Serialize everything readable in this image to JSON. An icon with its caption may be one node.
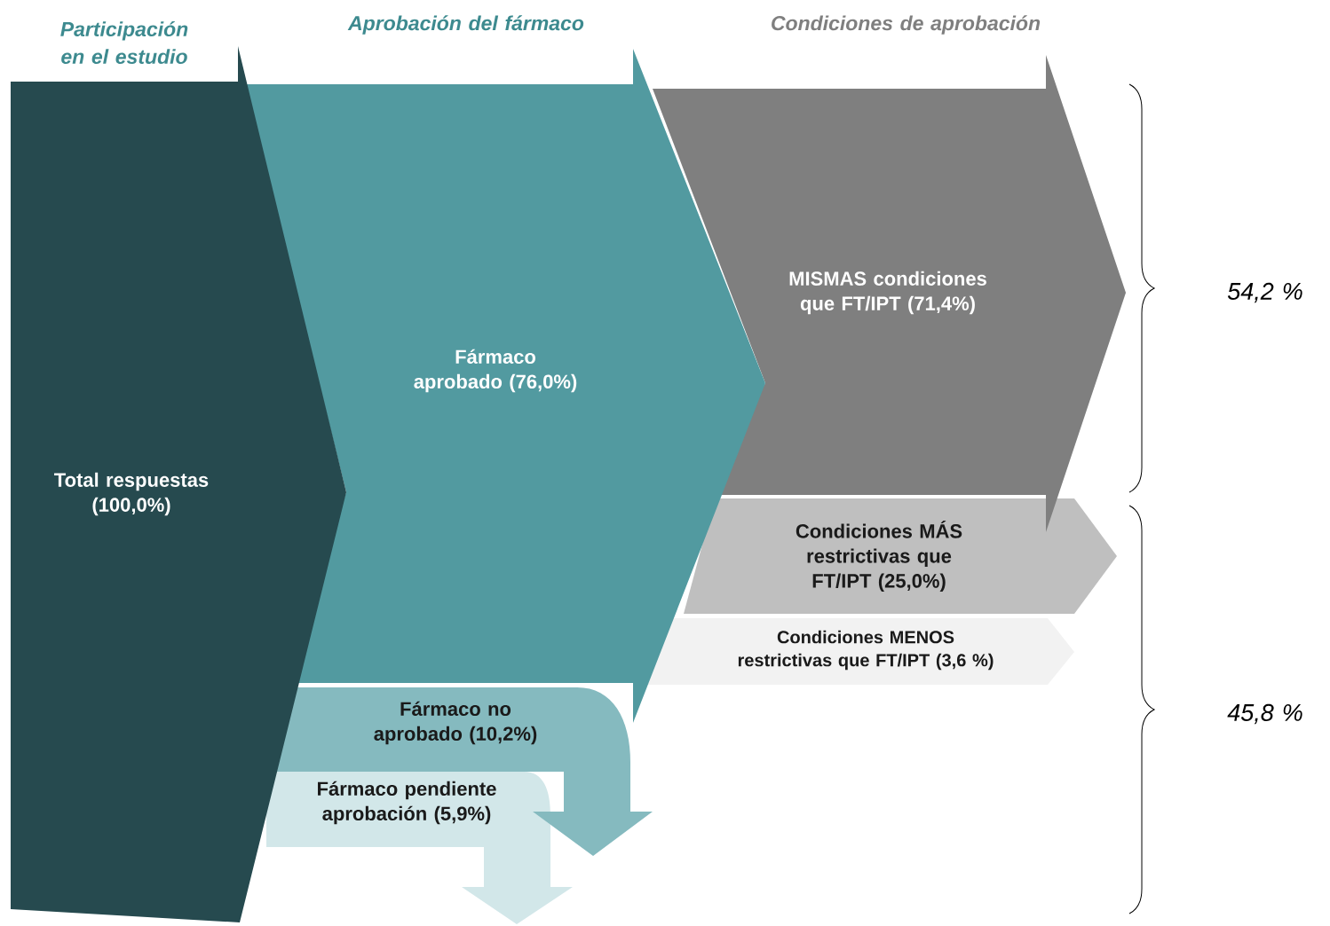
{
  "diagram": {
    "nodes": [
      {
        "text": [
          "Total respuestas (100,0%)"
        ]
      },
      {
        "text": [
          "Fármaco aprobado (76,0%)"
        ]
      },
      {
        "text": [
          "MISMAS condiciones que FT/IPT (71,4%)"
        ]
      },
      {
        "text": [
          "Condiciones MÁS restrictivas que FT/IPT (25,0%)"
        ]
      },
      {
        "text": [
          "Condiciones MENOS restrictivas que FT/IPT (3,6 %)"
        ]
      },
      {
        "text": [
          "Fármaco no aprobado (10,2%)"
        ]
      },
      {
        "text": [
          "Fármaco pendiente aprobación (5,9%)"
        ]
      }
    ],
    "labels": [
      "Participación en el estudio",
      "Aprobación del fármaco",
      "Condiciones de aprobación",
      "54,2 %",
      "45,8 %"
    ]
  }
}
